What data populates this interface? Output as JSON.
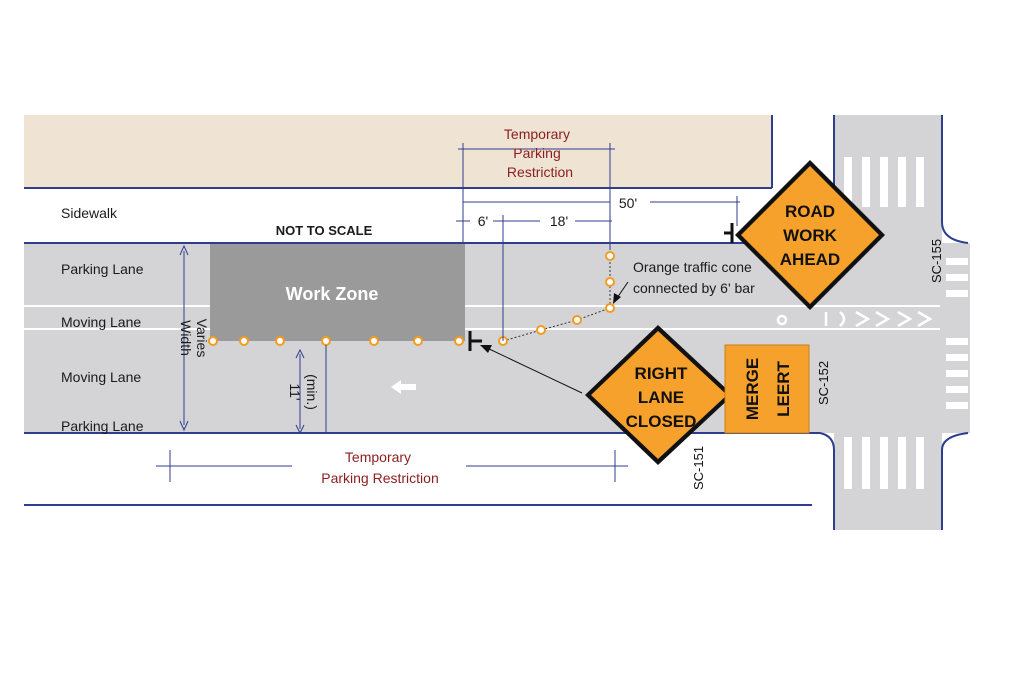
{
  "labels": {
    "not_to_scale": "NOT TO SCALE",
    "sidewalk": "Sidewalk",
    "parking_lane_top": "Parking Lane",
    "moving_lane_1": "Moving Lane",
    "moving_lane_2": "Moving Lane",
    "parking_lane_bottom": "Parking Lane",
    "work_zone": "Work Zone",
    "width_varies_1": "Width",
    "width_varies_2": "Varies",
    "min_width_1": "11'",
    "min_width_2": "(min.)",
    "cone_note_1": "Orange traffic cone",
    "cone_note_2": "connected by 6' bar"
  },
  "parking_top": {
    "line1": "Temporary",
    "line2": "Parking",
    "line3": "Restriction"
  },
  "parking_bottom": {
    "line1": "Temporary",
    "line2": "Parking Restriction"
  },
  "dims": {
    "d50": "50'",
    "d6": "6'",
    "d18": "18'"
  },
  "signs": {
    "road_work": [
      "ROAD",
      "WORK",
      "AHEAD"
    ],
    "right_lane": [
      "RIGHT",
      "LANE",
      "CLOSED"
    ],
    "merge": [
      "MERGE",
      "LEERT"
    ]
  },
  "sign_codes": {
    "sc155": "SC-155",
    "sc152": "SC-152",
    "sc151": "SC-151"
  },
  "colors": {
    "sign_orange": "#f6a12b",
    "road_gray": "#d4d4d6",
    "sidewalk_tan": "#efe4d4",
    "work_zone_gray": "#9a9a9a",
    "curb_navy": "#2f3d8f",
    "parking_red": "#8b1e1e",
    "cone_orange": "#f39c1f"
  }
}
